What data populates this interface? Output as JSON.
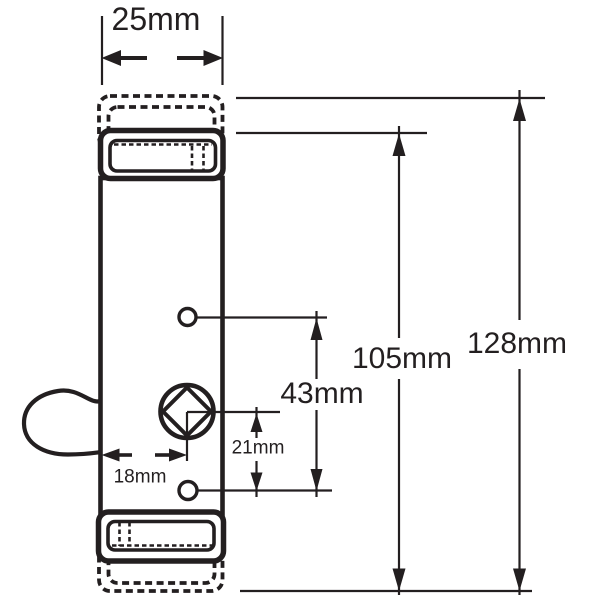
{
  "colors": {
    "line": "#231f20",
    "background": "#ffffff"
  },
  "diagram": {
    "labels": {
      "width": "25mm",
      "overall_height": "128mm",
      "inner_height": "105mm",
      "hole_spacing": "43mm",
      "lower_spacing": "21mm",
      "side_offset": "18mm"
    }
  }
}
